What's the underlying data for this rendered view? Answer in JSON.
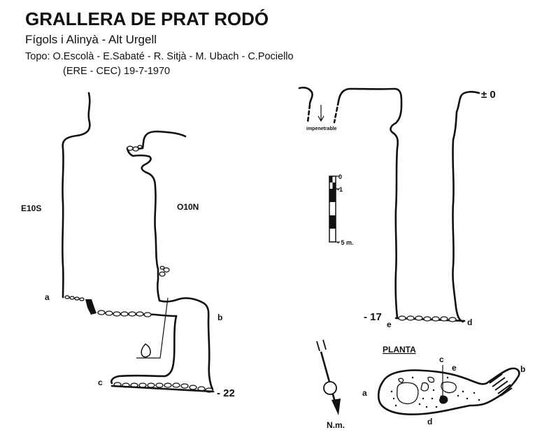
{
  "header": {
    "title": "GRALLERA DE PRAT RODÓ",
    "location": "Fígols i Alinyà - Alt Urgell",
    "topo": "Topo: O.Escolà - E.Sabaté - R. Sitjà - M. Ubach - C.Pociello",
    "club_date": "(ERE - CEC)  19-7-1970"
  },
  "section_left": {
    "label_east": "E10S",
    "label_west": "O10N",
    "point_a": "a",
    "point_b": "b",
    "point_c": "c",
    "depth_bottom": "- 22"
  },
  "section_right": {
    "depth_top": "± 0",
    "depth_bottom": "- 17",
    "impenetrable": "impenetrable",
    "point_e": "e",
    "point_d": "d"
  },
  "scale_bar": {
    "tick_0": "0",
    "tick_1": "-1",
    "tick_5": "- 5 m."
  },
  "north": {
    "label": "N.m."
  },
  "plan": {
    "title": "PLANTA",
    "point_a": "a",
    "point_b": "b",
    "point_c": "c",
    "point_d": "d",
    "point_e": "e"
  }
}
